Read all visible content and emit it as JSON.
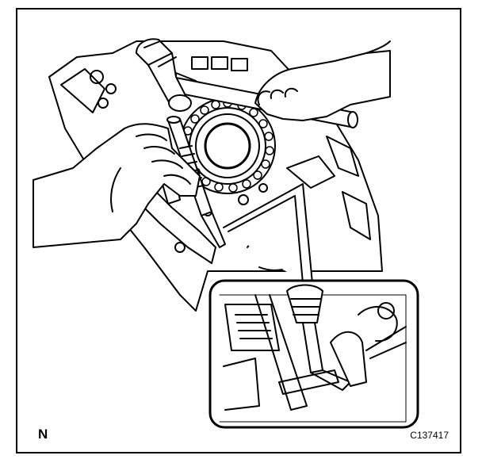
{
  "figure": {
    "view_letter": "N",
    "figure_code": "C137417"
  },
  "colors": {
    "line": "#000000",
    "background": "#ffffff"
  },
  "icons": [
    "hammer",
    "punch-tool",
    "brass-bar",
    "bearing",
    "hand",
    "transmission-case",
    "detail-inset"
  ]
}
